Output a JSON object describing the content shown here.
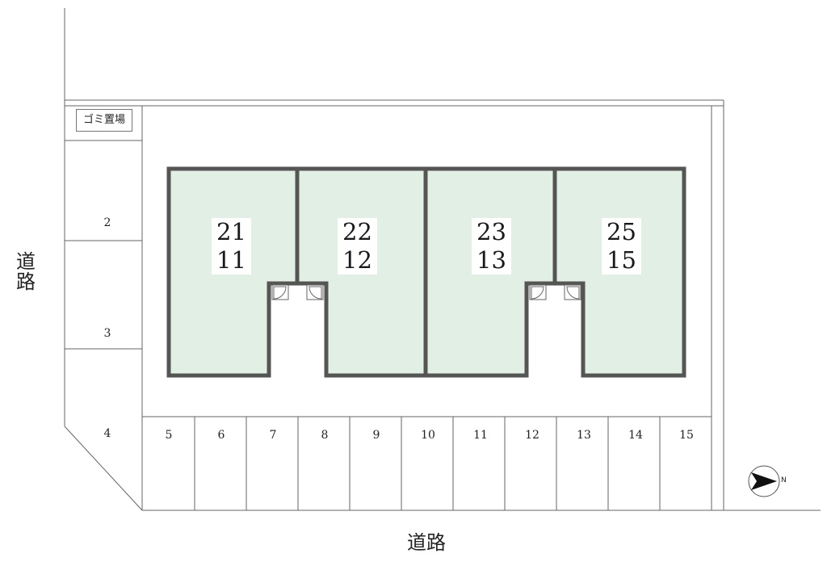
{
  "roads": {
    "left": "道路",
    "bottom": "道路"
  },
  "garbage_area": "ゴミ置場",
  "buildings": [
    {
      "upper": "21",
      "lower": "11"
    },
    {
      "upper": "22",
      "lower": "12"
    },
    {
      "upper": "23",
      "lower": "13"
    },
    {
      "upper": "25",
      "lower": "15"
    }
  ],
  "parking_spaces": [
    "2",
    "3",
    "4",
    "5",
    "6",
    "7",
    "8",
    "9",
    "10",
    "11",
    "12",
    "13",
    "14",
    "15"
  ],
  "compass": {
    "label": "N"
  },
  "colors": {
    "unit_fill": "#e2efe4",
    "wall": "#555555",
    "line": "#666666"
  }
}
